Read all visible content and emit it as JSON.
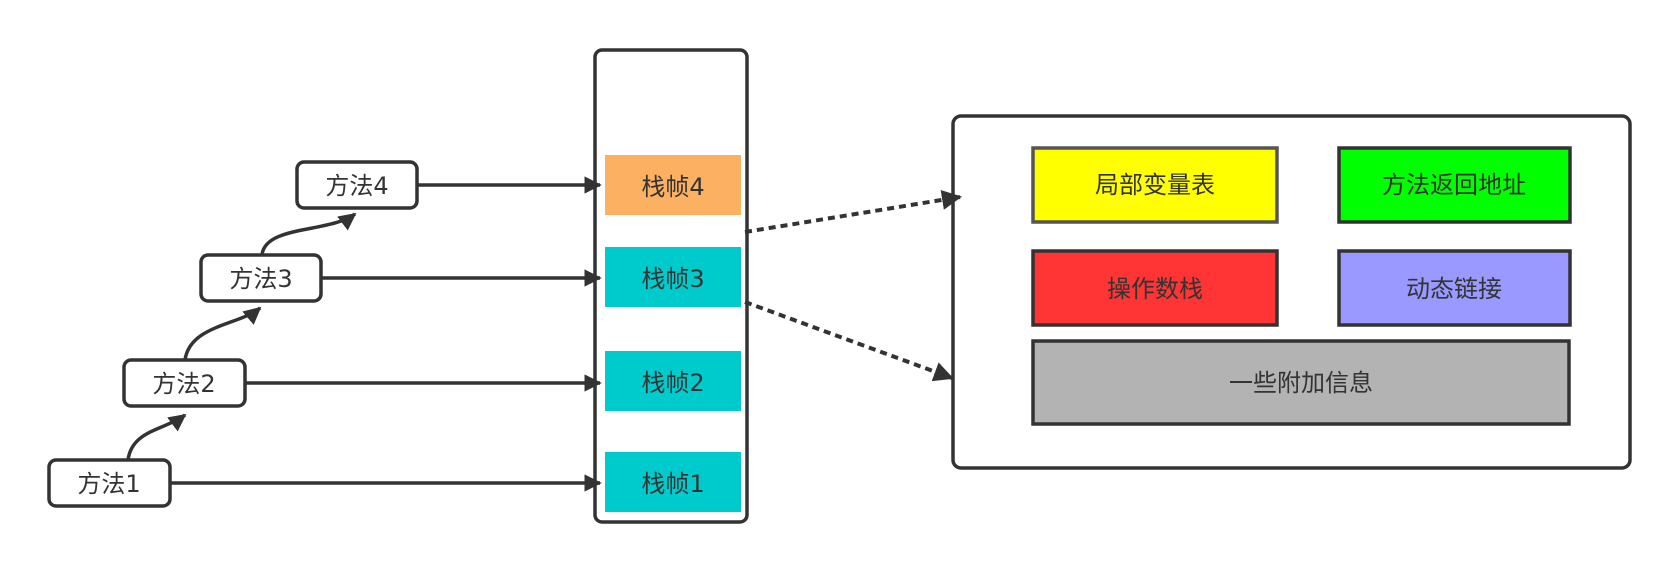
{
  "methods": [
    {
      "label": "方法1"
    },
    {
      "label": "方法2"
    },
    {
      "label": "方法3"
    },
    {
      "label": "方法4"
    }
  ],
  "frames": [
    {
      "label": "栈帧4",
      "color": "#fcb061"
    },
    {
      "label": "栈帧3",
      "color": "#00cbcc"
    },
    {
      "label": "栈帧2",
      "color": "#00cbcc"
    },
    {
      "label": "栈帧1",
      "color": "#00cbcc"
    }
  ],
  "frame_detail": [
    {
      "label": "局部变量表",
      "color": "#ffff00"
    },
    {
      "label": "方法返回地址",
      "color": "#00ff00"
    },
    {
      "label": "操作数栈",
      "color": "#ff3434"
    },
    {
      "label": "动态链接",
      "color": "#9999ff"
    },
    {
      "label": "一些附加信息",
      "color": "#b3b3b3"
    }
  ],
  "colors": {
    "stroke": "#333333",
    "text": "#333333"
  }
}
